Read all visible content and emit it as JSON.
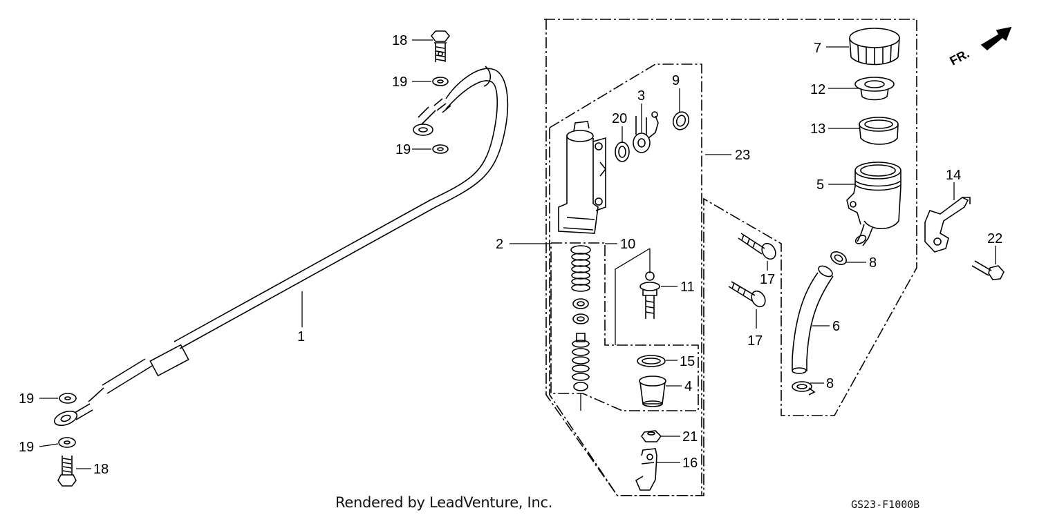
{
  "diagram": {
    "direction_label": "FR.",
    "callouts": [
      "1",
      "2",
      "3",
      "4",
      "5",
      "6",
      "7",
      "8",
      "8",
      "9",
      "10",
      "11",
      "12",
      "13",
      "14",
      "15",
      "16",
      "17",
      "17",
      "18",
      "18",
      "19",
      "19",
      "19",
      "19",
      "20",
      "21",
      "22",
      "23"
    ]
  },
  "footer": {
    "credit": "Rendered by LeadVenture, Inc.",
    "code": "GS23-F1000B"
  }
}
